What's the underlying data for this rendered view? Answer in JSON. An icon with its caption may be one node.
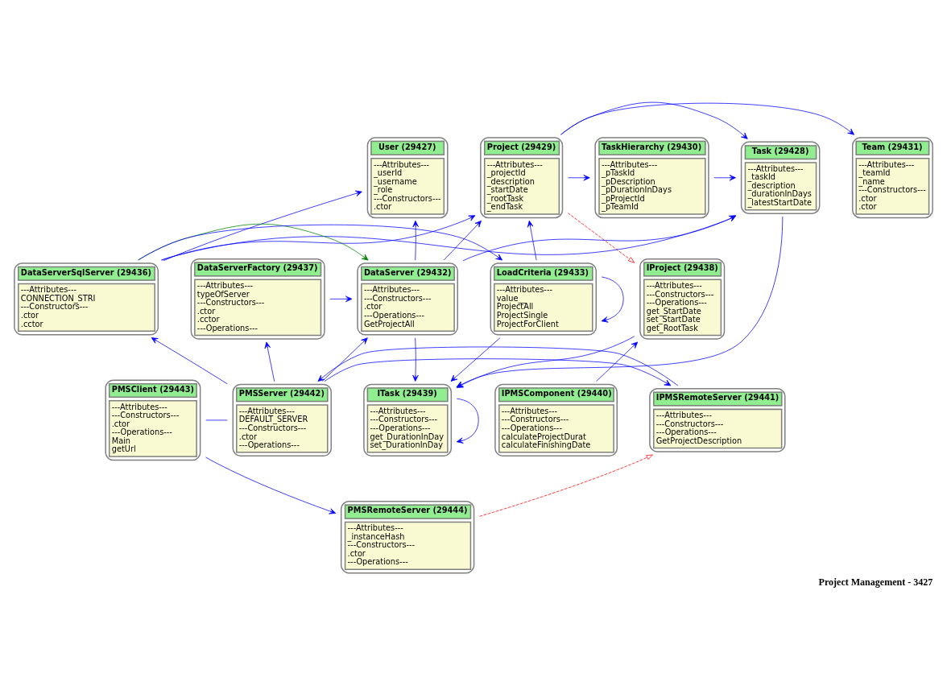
{
  "diagram": {
    "caption": "Project Management - 3427",
    "nodes": [
      {
        "text": [
          "User (29427)",
          "---Attributes---",
          "_userId",
          "_username",
          "_role",
          "---Constructors---",
          ".ctor"
        ]
      },
      {
        "text": [
          "Task (29428)",
          "---Attributes---",
          "_taskId",
          "_description",
          "_durationInDays",
          "_latestStartDate"
        ]
      },
      {
        "text": [
          "Project (29429)",
          "---Attributes---",
          "_projectId",
          "_description",
          "_startDate",
          "_rootTask",
          "_endTask"
        ]
      },
      {
        "text": [
          "TaskHierarchy (29430)",
          "---Attributes---",
          "_pTaskId",
          "_pDescription",
          "_pDurationInDays",
          "_pProjectId",
          "_pTeamId"
        ]
      },
      {
        "text": [
          "Team (29431)",
          "---Attributes---",
          "_teamId",
          "_name",
          "---Constructors---",
          ".ctor",
          ".ctor"
        ]
      },
      {
        "text": [
          "DataServer (29432)",
          "---Attributes---",
          "---Constructors---",
          ".ctor",
          "---Operations---",
          "GetProjectAll"
        ]
      },
      {
        "text": [
          "LoadCriteria (29433)",
          "---Attributes---",
          "value__",
          "ProjectAll",
          "ProjectSingle",
          "ProjectForClient"
        ]
      },
      {
        "text": [
          "DataServerSqlServer (29436)",
          "---Attributes---",
          "CONNECTION_STRI",
          "---Constructors---",
          ".ctor",
          ".cctor"
        ]
      },
      {
        "text": [
          "DataServerFactory (29437)",
          "---Attributes---",
          "typeOfServer",
          "---Constructors---",
          ".ctor",
          ".cctor",
          "---Operations---"
        ]
      },
      {
        "text": [
          "IProject (29438)",
          "---Attributes---",
          "---Constructors---",
          "---Operations---",
          "get_StartDate",
          "set_StartDate",
          "get_RootTask"
        ]
      },
      {
        "text": [
          "ITask (29439)",
          "---Attributes---",
          "---Constructors---",
          "---Operations---",
          "get_DurationInDay",
          "set_DurationInDay"
        ]
      },
      {
        "text": [
          "IPMSComponent (29440)",
          "---Attributes---",
          "---Constructors---",
          "---Operations---",
          "calculateProjectDurat",
          "calculateFinishingDate"
        ]
      },
      {
        "text": [
          "IPMSRemoteServer (29441)",
          "---Attributes---",
          "---Constructors---",
          "---Operations---",
          "GetProjectDescription"
        ]
      },
      {
        "text": [
          "PMSServer (29442)",
          "---Attributes---",
          "DEFAULT_SERVER",
          "---Constructors---",
          ".ctor",
          "---Operations---"
        ]
      },
      {
        "text": [
          "PMSClient (29443)",
          "---Attributes---",
          "---Constructors---",
          ".ctor",
          "---Operations---",
          "Main",
          "getUrl"
        ]
      },
      {
        "text": [
          "PMSRemoteServer (29444)",
          "---Attributes---",
          "_instanceHash",
          "---Constructors---",
          ".ctor",
          "---Operations---"
        ]
      }
    ],
    "edges": [
      {
        "from": 2,
        "to": 1,
        "arrow": "to"
      },
      {
        "from": 3,
        "to": 1,
        "arrow": "to"
      },
      {
        "from": 2,
        "to": 3,
        "arrow": "to"
      },
      {
        "from": 2,
        "to": 4,
        "arrow": "to"
      },
      {
        "from": 2,
        "to": 9,
        "arrow": "to",
        "style": "dashed",
        "color": "#ff0000"
      },
      {
        "from": 5,
        "to": 0,
        "arrow": "to"
      },
      {
        "from": 7,
        "to": 0,
        "arrow": "to"
      },
      {
        "from": 5,
        "to": 1,
        "arrow": "to"
      },
      {
        "from": 5,
        "to": 2,
        "arrow": "to"
      },
      {
        "from": 7,
        "to": 1,
        "arrow": "to"
      },
      {
        "from": 7,
        "to": 2,
        "arrow": "to"
      },
      {
        "from": 6,
        "to": 2,
        "arrow": "to"
      },
      {
        "from": 7,
        "to": 5,
        "arrow": "to",
        "color": "#008000"
      },
      {
        "from": 8,
        "to": 5,
        "arrow": "to"
      },
      {
        "from": 7,
        "to": 6,
        "arrow": "to"
      },
      {
        "from": 6,
        "to": 6,
        "arrow": "to"
      },
      {
        "from": 1,
        "to": 10,
        "arrow": "to"
      },
      {
        "from": 5,
        "to": 10,
        "arrow": "to"
      },
      {
        "from": 6,
        "to": 10,
        "arrow": "to"
      },
      {
        "from": 9,
        "to": 10,
        "arrow": "to"
      },
      {
        "from": 10,
        "to": 10,
        "arrow": "to"
      },
      {
        "from": 11,
        "to": 9,
        "arrow": "to"
      },
      {
        "from": 13,
        "to": 5,
        "arrow": "to"
      },
      {
        "from": 13,
        "to": 7,
        "arrow": "to"
      },
      {
        "from": 13,
        "to": 8,
        "arrow": "to"
      },
      {
        "from": 13,
        "to": 12,
        "arrow": "to"
      },
      {
        "from": 12,
        "to": 13,
        "arrow": "to"
      },
      {
        "from": 14,
        "to": 13,
        "arrow": "none"
      },
      {
        "from": 14,
        "to": 15,
        "arrow": "to"
      },
      {
        "from": 15,
        "to": 12,
        "arrow": "to",
        "style": "dashed",
        "color": "#ff0000"
      }
    ]
  }
}
